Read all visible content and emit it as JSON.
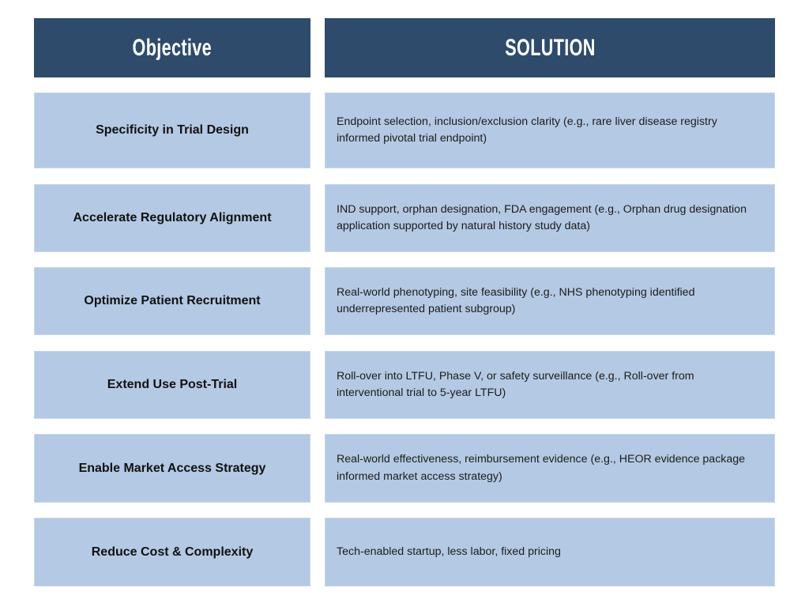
{
  "header": {
    "objective": "Objective",
    "solution": "SOLUTION"
  },
  "rows": [
    {
      "objective": "Specificity in Trial Design",
      "solution": "Endpoint selection, inclusion/exclusion clarity (e.g., rare liver disease registry informed pivotal trial endpoint)"
    },
    {
      "objective": "Accelerate Regulatory Alignment",
      "solution": "IND support, orphan designation, FDA engagement (e.g., Orphan drug designation application supported by natural history study data)"
    },
    {
      "objective": "Optimize Patient Recruitment",
      "solution": "Real-world phenotyping, site feasibility (e.g., NHS phenotyping identified underrepresented patient subgroup)"
    },
    {
      "objective": "Extend Use Post-Trial",
      "solution": "Roll-over into LTFU, Phase V, or safety surveillance (e.g., Roll-over from interventional trial to 5-year LTFU)"
    },
    {
      "objective": "Enable Market Access Strategy",
      "solution": "Real-world effectiveness, reimbursement evidence (e.g., HEOR evidence package informed market access strategy)"
    },
    {
      "objective": "Reduce Cost & Complexity",
      "solution": "Tech-enabled startup, less labor, fixed pricing"
    }
  ],
  "colors": {
    "header_bg": "#2f4b6b",
    "cell_bg": "#b4c9e3"
  }
}
